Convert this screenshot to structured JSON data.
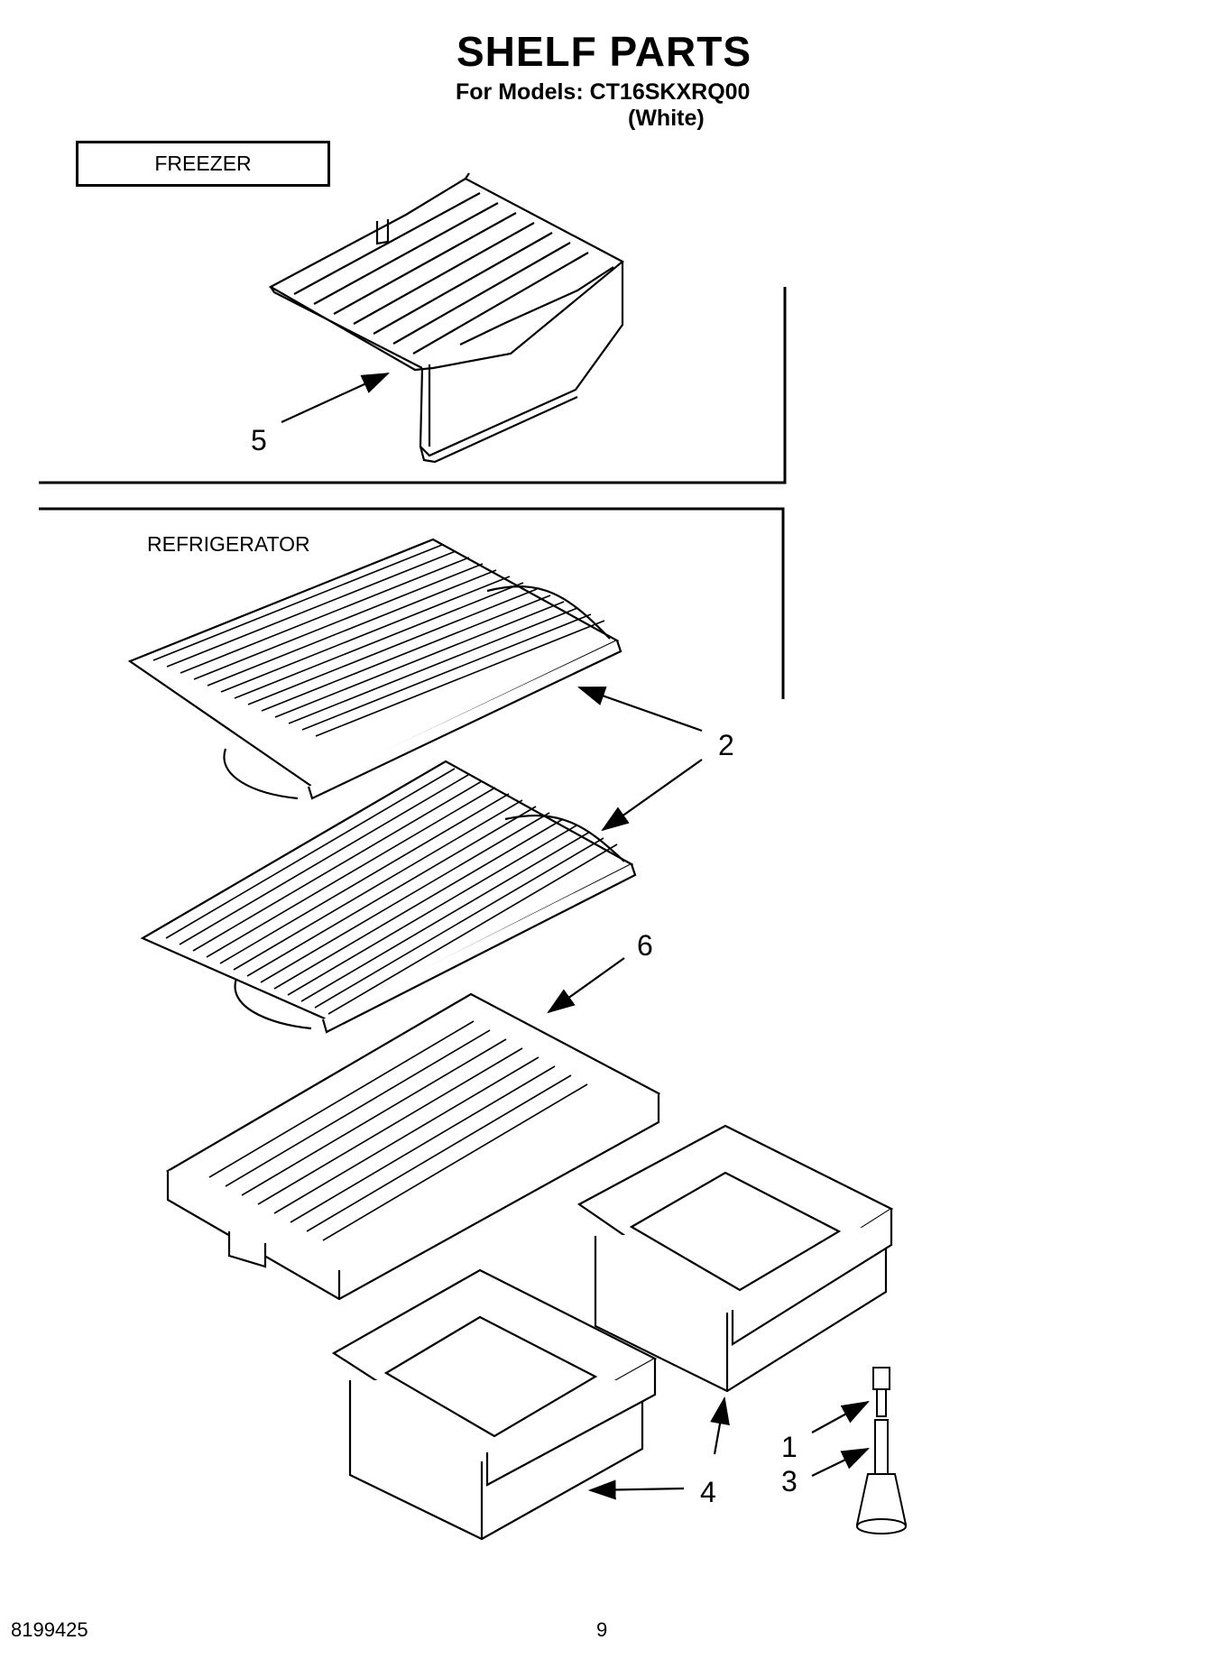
{
  "header": {
    "title": "SHELF PARTS",
    "models_line": "For Models: CT16SKXRQ00",
    "color_line": "(White)"
  },
  "sections": {
    "freezer_label": "FREEZER",
    "refrigerator_label": "REFRIGERATOR"
  },
  "callouts": [
    "5",
    "2",
    "6",
    "1",
    "3",
    "4"
  ],
  "footer": {
    "doc_number": "8199425",
    "page_number": "9"
  }
}
